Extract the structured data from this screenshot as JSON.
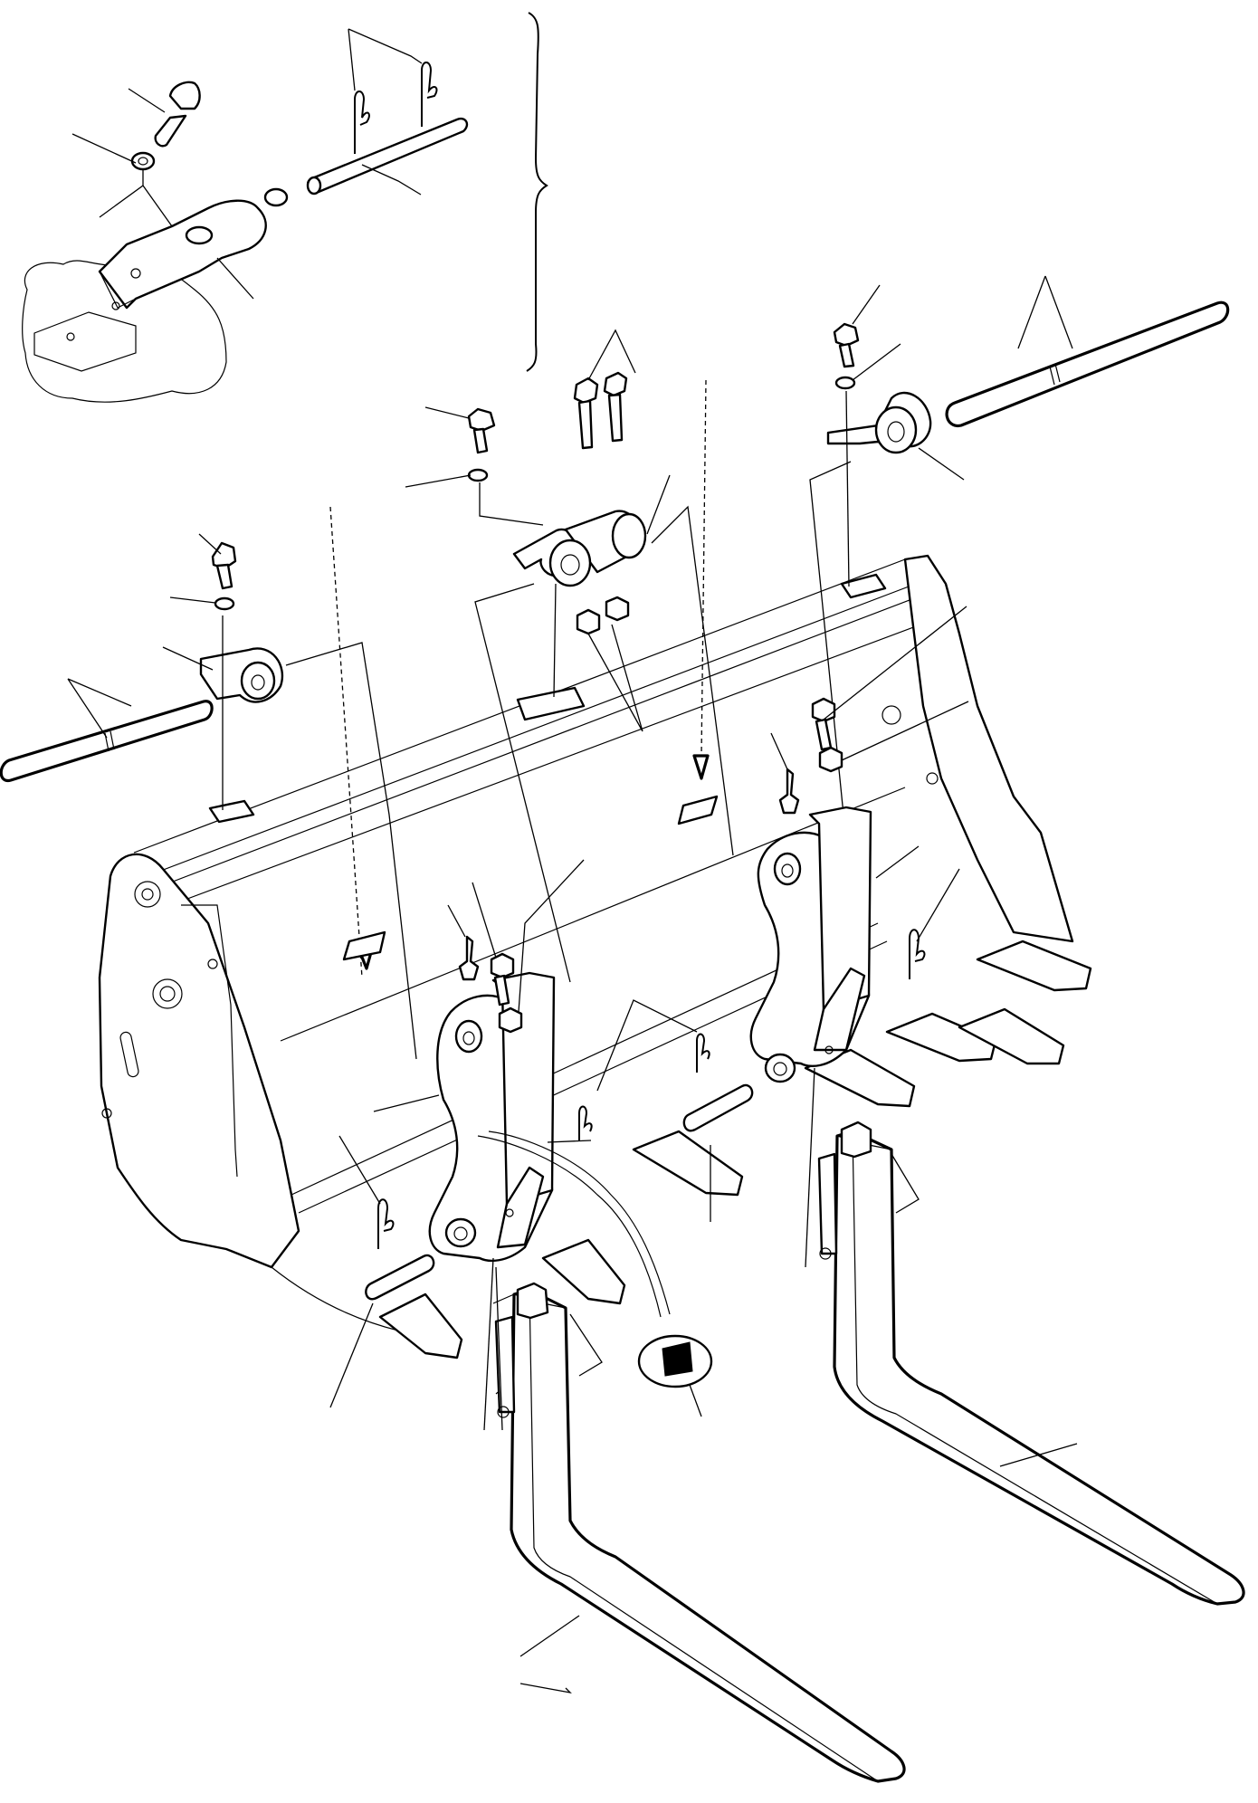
{
  "figure": {
    "description_visible_text": "",
    "colors": {
      "line": "#000000",
      "background": "#ffffff",
      "inset_shading": "#ffffff"
    }
  },
  "parts": [
    {
      "id": "bolt-detail",
      "kind": "bolt"
    },
    {
      "id": "washer-detail",
      "kind": "washer"
    },
    {
      "id": "clip-pin-detail",
      "kind": "clip-pin"
    },
    {
      "id": "shaft-detail",
      "kind": "shaft"
    },
    {
      "id": "bracket-detail",
      "kind": "bracket"
    },
    {
      "id": "left-shaft",
      "kind": "shaft"
    },
    {
      "id": "right-shaft",
      "kind": "shaft"
    },
    {
      "id": "center-support",
      "kind": "support"
    },
    {
      "id": "left-fork",
      "kind": "fork"
    },
    {
      "id": "right-fork",
      "kind": "fork"
    },
    {
      "id": "left-carrier",
      "kind": "carrier"
    },
    {
      "id": "right-carrier",
      "kind": "carrier"
    },
    {
      "id": "decal",
      "kind": "label-plate"
    },
    {
      "id": "bucket",
      "kind": "bucket"
    }
  ]
}
